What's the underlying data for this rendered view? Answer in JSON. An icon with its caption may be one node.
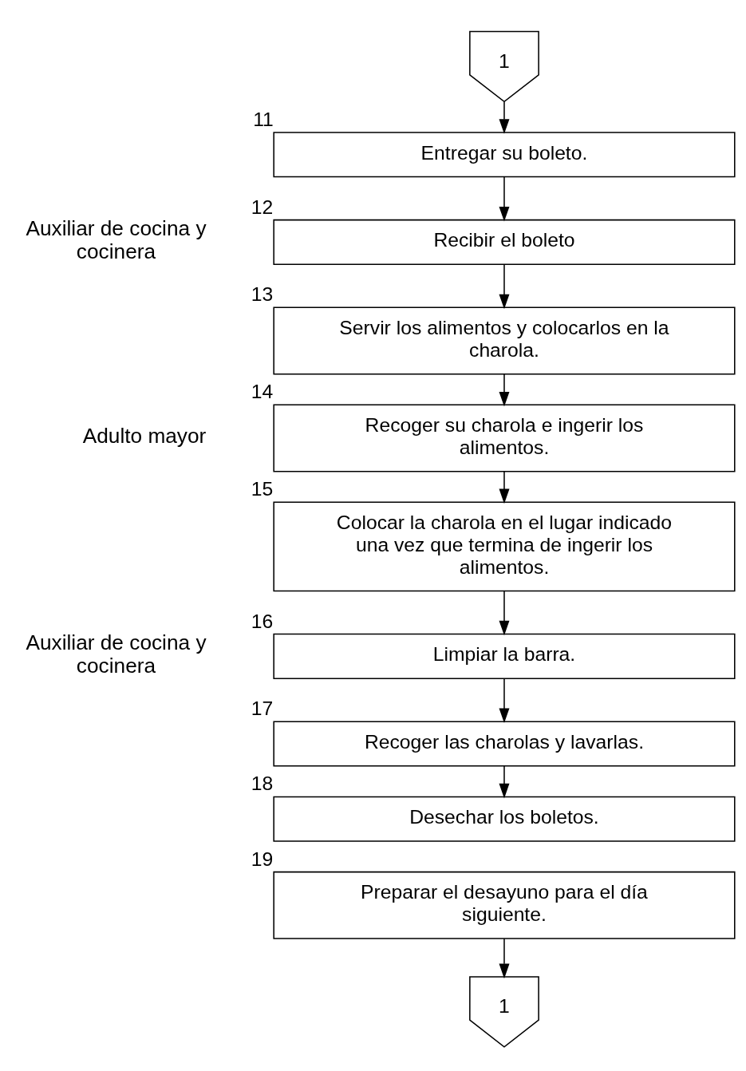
{
  "diagram": {
    "nodes": [
      {
        "text": [
          "1"
        ]
      },
      {
        "text": [
          "Entregar su boleto."
        ],
        "beside": [
          "11"
        ]
      },
      {
        "text": [
          "Recibir el boleto"
        ],
        "beside": [
          "12"
        ]
      },
      {
        "text": [
          "Servir los alimentos y colocarlos en la charola."
        ],
        "beside": [
          "13"
        ]
      },
      {
        "text": [
          "Recoger su charola e ingerir los alimentos."
        ],
        "beside": [
          "14"
        ]
      },
      {
        "text": [
          "Colocar la charola en el lugar indicado una vez que termina de ingerir los alimentos."
        ],
        "beside": [
          "15"
        ]
      },
      {
        "text": [
          "Limpiar la barra."
        ],
        "beside": [
          "16"
        ]
      },
      {
        "text": [
          "Recoger las charolas y lavarlas."
        ],
        "beside": [
          "17"
        ]
      },
      {
        "text": [
          "Desechar los boletos."
        ],
        "beside": [
          "18"
        ]
      },
      {
        "text": [
          "Preparar el desayuno para el día siguiente."
        ],
        "beside": [
          "19"
        ]
      },
      {
        "text": [
          "1"
        ]
      }
    ],
    "edges": [
      {
        "from": 0,
        "to": 1,
        "arrow": "to"
      },
      {
        "from": 1,
        "to": 2,
        "arrow": "to"
      },
      {
        "from": 2,
        "to": 3,
        "arrow": "to"
      },
      {
        "from": 3,
        "to": 4,
        "arrow": "to"
      },
      {
        "from": 4,
        "to": 5,
        "arrow": "to"
      },
      {
        "from": 5,
        "to": 6,
        "arrow": "to"
      },
      {
        "from": 6,
        "to": 7,
        "arrow": "to"
      },
      {
        "from": 7,
        "to": 8,
        "arrow": "to"
      },
      {
        "from": 9,
        "to": 10,
        "arrow": "to"
      }
    ],
    "labels": [
      "Auxiliar de cocina y cocinera",
      "Adulto mayor",
      "Auxiliar de cocina y cocinera"
    ]
  }
}
